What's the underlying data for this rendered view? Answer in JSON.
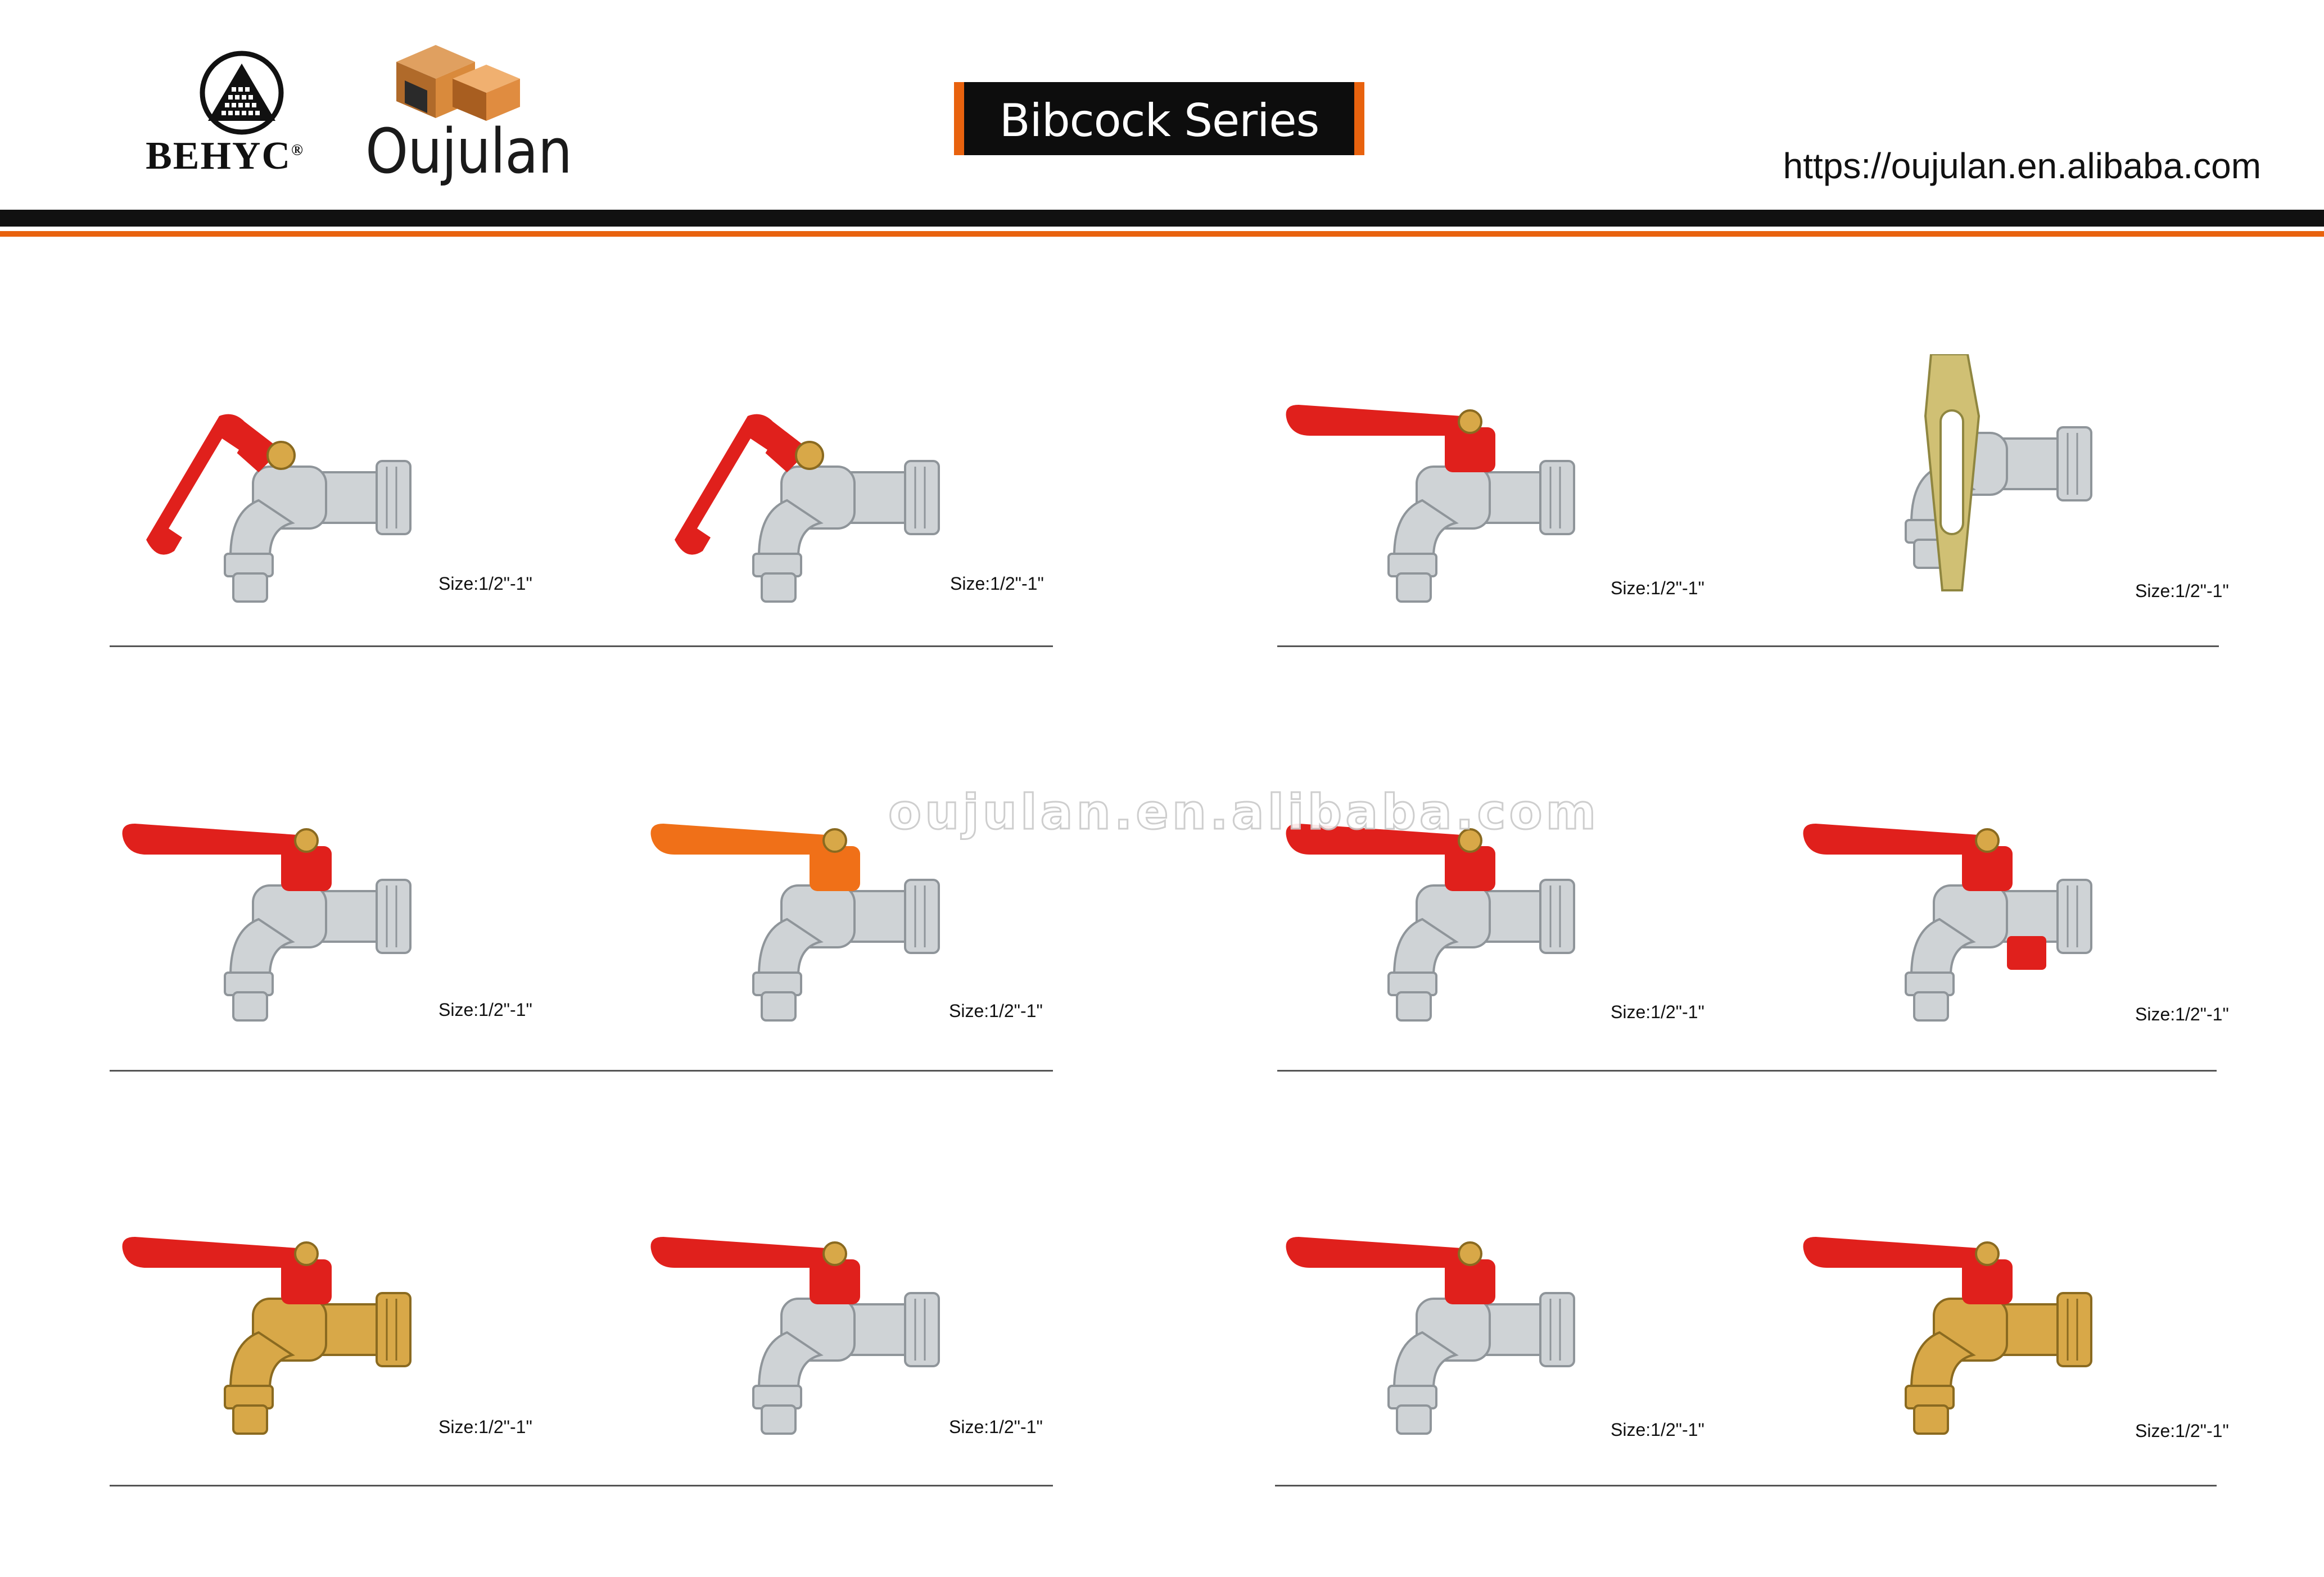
{
  "header": {
    "brand_name": "BEHYC",
    "brand_mark": "®",
    "company_name": "Oujulan",
    "series_title": "Bibcock Series",
    "url": "https://oujulan.en.alibaba.com"
  },
  "watermark": "oujulan.en.alibaba.com",
  "colors": {
    "accent_orange": "#e8620e",
    "handle_red": "#e0201c",
    "handle_orange": "#f07018",
    "brass": "#d8a848",
    "chrome": "#cfd3d6"
  },
  "products": [
    {
      "size": "Size:1/2\"-1\"",
      "handle": "red-lock-loop",
      "body": "chrome"
    },
    {
      "size": "Size:1/2\"-1\"",
      "handle": "red-lock-loop",
      "body": "chrome"
    },
    {
      "size": "Size:1/2\"-1\"",
      "handle": "red-lever",
      "body": "chrome"
    },
    {
      "size": "Size:1/2\"-1\"",
      "handle": "zinc-lock-plate",
      "body": "chrome"
    },
    {
      "size": "Size:1/2\"-1\"",
      "handle": "red-lever",
      "body": "chrome"
    },
    {
      "size": "Size:1/2\"-1\"",
      "handle": "orange-lever",
      "body": "chrome"
    },
    {
      "size": "Size:1/2\"-1\"",
      "handle": "red-lever",
      "body": "chrome"
    },
    {
      "size": "Size:1/2\"-1\"",
      "handle": "red-lever-dual",
      "body": "chrome"
    },
    {
      "size": "Size:1/2\"-1\"",
      "handle": "red-lever",
      "body": "brass"
    },
    {
      "size": "Size:1/2\"-1\"",
      "handle": "red-lever",
      "body": "chrome"
    },
    {
      "size": "Size:1/2\"-1\"",
      "handle": "red-lever",
      "body": "chrome"
    },
    {
      "size": "Size:1/2\"-1\"",
      "handle": "red-lever",
      "body": "brass"
    }
  ]
}
